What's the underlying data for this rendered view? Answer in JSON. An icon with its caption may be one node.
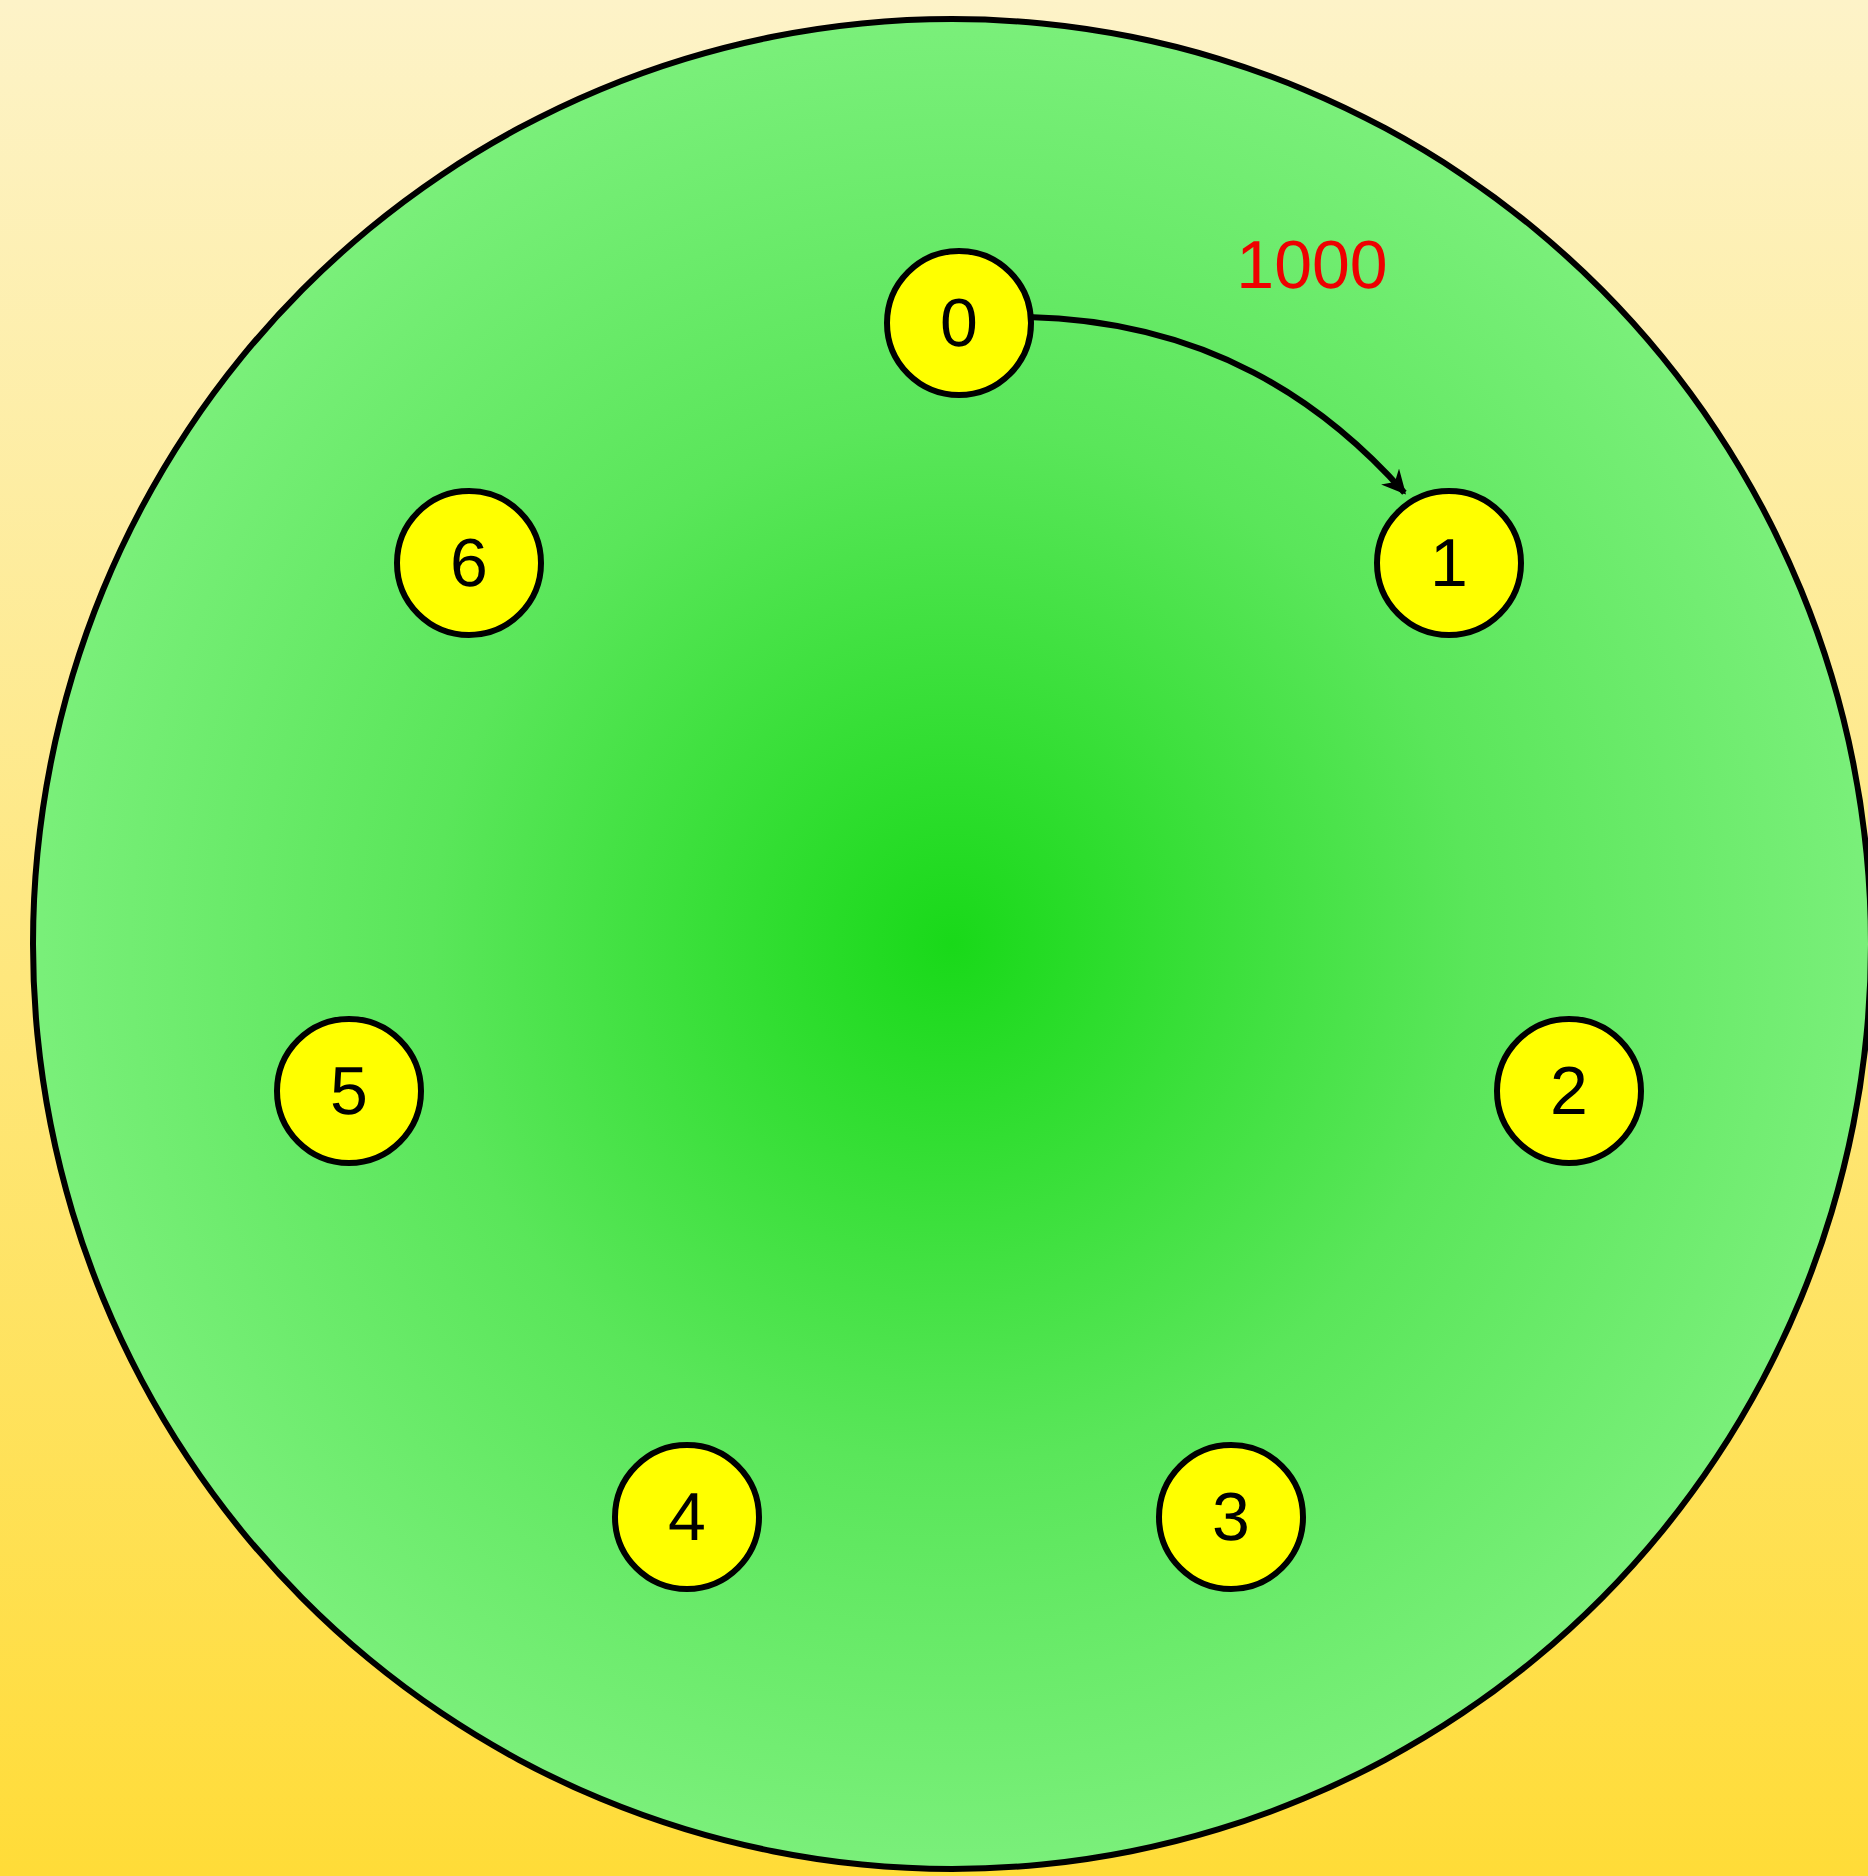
{
  "diagram": {
    "nodes": [
      {
        "text": [],
        "shape": "circle"
      },
      {
        "text": [
          "0"
        ],
        "in": 0
      },
      {
        "text": [
          "1"
        ],
        "in": 0
      },
      {
        "text": [
          "2"
        ],
        "in": 0
      },
      {
        "text": [
          "3"
        ],
        "in": 0
      },
      {
        "text": [
          "4"
        ],
        "in": 0
      },
      {
        "text": [
          "5"
        ],
        "in": 0
      },
      {
        "text": [
          "6"
        ],
        "in": 0
      }
    ],
    "edges": [
      {
        "from": 1,
        "to": 2,
        "arrow": "to",
        "label": "1000"
      }
    ]
  }
}
